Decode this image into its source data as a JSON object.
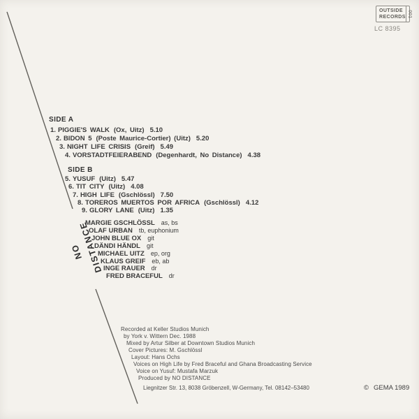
{
  "label_box": {
    "name_line1": "OUTSIDE",
    "name_line2": "RECORDS",
    "catalog_side": "001",
    "lc_code": "LC 8395"
  },
  "band_logo": {
    "line1": "NO",
    "line2": "DISTANCE"
  },
  "side_a": {
    "title": "SIDE A",
    "tracks": [
      {
        "num": "1.",
        "title": "PIGGIE'S WALK",
        "credit": "(Ox, Uitz)",
        "time": "5.10"
      },
      {
        "num": "2.",
        "title": "BIDON 5",
        "credit": "(Poste Maurice-Cortier)  (Uitz)",
        "time": "5.20"
      },
      {
        "num": "3.",
        "title": "NIGHT LIFE CRISIS",
        "credit": "(Greif)",
        "time": "5.49"
      },
      {
        "num": "4.",
        "title": "VORSTADTFEIERABEND",
        "credit": "(Degenhardt, No Distance)",
        "time": "4.38"
      }
    ]
  },
  "side_b": {
    "title": "SIDE B",
    "tracks": [
      {
        "num": "5.",
        "title": "YUSUF",
        "credit": "(Uitz)",
        "time": "5.47"
      },
      {
        "num": "6.",
        "title": "TIT CITY",
        "credit": "(Uitz)",
        "time": "4.08"
      },
      {
        "num": "7.",
        "title": "HIGH LIFE",
        "credit": "(Gschlössl)",
        "time": "7.50"
      },
      {
        "num": "8.",
        "title": "TOREROS MUERTOS POR AFRICA",
        "credit": "(Gschlössl)",
        "time": "4.12"
      },
      {
        "num": "9.",
        "title": "GLORY LANE",
        "credit": "(Uitz)",
        "time": "1.35"
      }
    ]
  },
  "musicians": [
    {
      "name": "MARGIE GSCHLÖSSL",
      "instruments": "as, bs"
    },
    {
      "name": "OLAF URBAN",
      "instruments": "tb, euphonium"
    },
    {
      "name": "JOHN BLUE OX",
      "instruments": "git"
    },
    {
      "name": "DÄNDI HÄNDL",
      "instruments": "git"
    },
    {
      "name": "MICHAEL UITZ",
      "instruments": "ep, org"
    },
    {
      "name": "KLAUS GREIF",
      "instruments": "eb, ab"
    },
    {
      "name": "INGE RAUER",
      "instruments": "dr"
    },
    {
      "name": "FRED BRACEFUL",
      "instruments": "dr"
    }
  ],
  "credits": {
    "lines": [
      "Recorded at Keller Studios Munich",
      "by York v. Wittern Dec. 1988",
      "Mixed by Artur Silber at Downtown Studios Munich",
      "Cover Pictures: M. Gschlössl",
      "Layout: Hans Ochs",
      "Voices on High Life by Fred Braceful and Ghana Broadcasting Service",
      "Voice on Yusuf: Mustafa Marzuk",
      "Produced by NO DISTANCE"
    ]
  },
  "footer": {
    "address": "Liegnitzer Str. 13, 8038 Gröbenzell, W-Germany, Tel. 08142–53480",
    "copyright_symbol": "©",
    "rights": "GEMA 1989"
  },
  "colors": {
    "background": "#f4f2ed",
    "ink": "#3b3b3b",
    "rule": "#63615c"
  }
}
